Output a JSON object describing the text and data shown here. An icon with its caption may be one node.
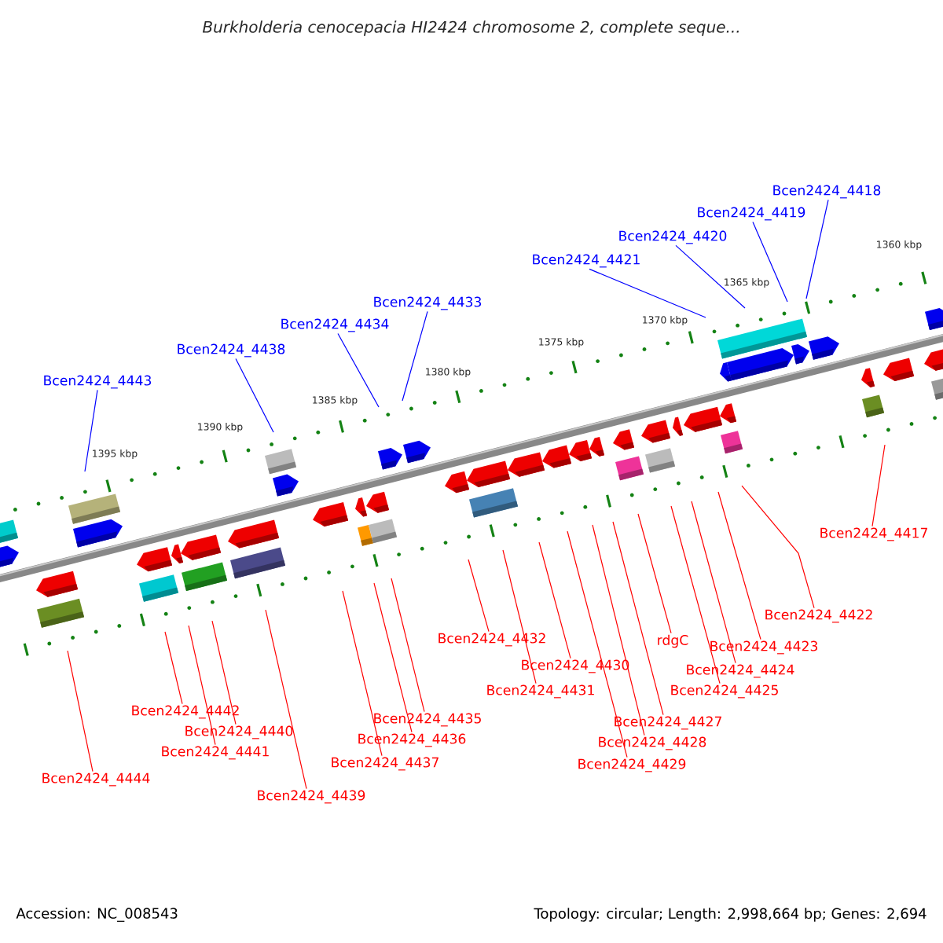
{
  "diagram": {
    "title": "Burkholderia cenocepacia HI2424 chromosome 2, complete seque...",
    "nodes": [
      {
        "text": [
          "Bcen2424_4443"
        ]
      },
      {
        "text": [
          "Bcen2424_4438"
        ]
      },
      {
        "text": [
          "Bcen2424_4434"
        ]
      },
      {
        "text": [
          "Bcen2424_4433"
        ]
      },
      {
        "text": [
          "Bcen2424_4421"
        ]
      },
      {
        "text": [
          "Bcen2424_4420"
        ]
      },
      {
        "text": [
          "Bcen2424_4419"
        ]
      },
      {
        "text": [
          "Bcen2424_4418"
        ]
      },
      {
        "text": [
          "Bcen2424_4444"
        ]
      },
      {
        "text": [
          "Bcen2424_4442"
        ]
      },
      {
        "text": [
          "Bcen2424_4440"
        ]
      },
      {
        "text": [
          "Bcen2424_4441"
        ]
      },
      {
        "text": [
          "Bcen2424_4439"
        ]
      },
      {
        "text": [
          "Bcen2424_4437"
        ]
      },
      {
        "text": [
          "Bcen2424_4436"
        ]
      },
      {
        "text": [
          "Bcen2424_4435"
        ]
      },
      {
        "text": [
          "Bcen2424_4432"
        ]
      },
      {
        "text": [
          "Bcen2424_4431"
        ]
      },
      {
        "text": [
          "Bcen2424_4430"
        ]
      },
      {
        "text": [
          "Bcen2424_4429"
        ]
      },
      {
        "text": [
          "Bcen2424_4428"
        ]
      },
      {
        "text": [
          "Bcen2424_4427"
        ]
      },
      {
        "text": [
          "rdgC"
        ]
      },
      {
        "text": [
          "Bcen2424_4425"
        ]
      },
      {
        "text": [
          "Bcen2424_4424"
        ]
      },
      {
        "text": [
          "Bcen2424_4423"
        ]
      },
      {
        "text": [
          "Bcen2424_4422"
        ]
      },
      {
        "text": [
          "Bcen2424_4417"
        ]
      }
    ],
    "edges": [
      {
        "from": 0,
        "to": null,
        "arrow": "none",
        "color": "#0000ff"
      },
      {
        "from": 1,
        "to": null,
        "arrow": "none",
        "color": "#0000ff"
      },
      {
        "from": 2,
        "to": null,
        "arrow": "none",
        "color": "#0000ff"
      },
      {
        "from": 3,
        "to": null,
        "arrow": "none",
        "color": "#0000ff"
      },
      {
        "from": 4,
        "to": null,
        "arrow": "none",
        "color": "#0000ff"
      },
      {
        "from": 5,
        "to": null,
        "arrow": "none",
        "color": "#0000ff"
      },
      {
        "from": 6,
        "to": null,
        "arrow": "none",
        "color": "#0000ff"
      },
      {
        "from": 7,
        "to": null,
        "arrow": "none",
        "color": "#0000ff"
      },
      {
        "from": 8,
        "to": null,
        "arrow": "none"
      },
      {
        "from": 9,
        "to": null,
        "arrow": "none"
      },
      {
        "from": 10,
        "to": null,
        "arrow": "none"
      },
      {
        "from": 11,
        "to": null,
        "arrow": "none"
      },
      {
        "from": 12,
        "to": null,
        "arrow": "none"
      },
      {
        "from": 13,
        "to": null,
        "arrow": "none"
      },
      {
        "from": 14,
        "to": null,
        "arrow": "none"
      },
      {
        "from": 15,
        "to": null,
        "arrow": "none"
      },
      {
        "from": 16,
        "to": null,
        "arrow": "none"
      },
      {
        "from": 17,
        "to": null,
        "arrow": "none"
      },
      {
        "from": 18,
        "to": null,
        "arrow": "none"
      },
      {
        "from": 19,
        "to": null,
        "arrow": "none"
      },
      {
        "from": 20,
        "to": null,
        "arrow": "none"
      },
      {
        "from": 21,
        "to": null,
        "arrow": "none"
      },
      {
        "from": 22,
        "to": null,
        "arrow": "none"
      },
      {
        "from": 23,
        "to": null,
        "arrow": "none"
      },
      {
        "from": 24,
        "to": null,
        "arrow": "none"
      },
      {
        "from": 25,
        "to": null,
        "arrow": "none"
      },
      {
        "from": 26,
        "to": null,
        "arrow": "none"
      },
      {
        "from": 27,
        "to": null,
        "arrow": "none"
      }
    ],
    "labels": [
      "1360 kbp",
      "1365 kbp",
      "1370 kbp",
      "1375 kbp",
      "1380 kbp",
      "1385 kbp",
      "1390 kbp",
      "1395 kbp",
      "Accession: NC_008543",
      "Topology: circular; Length: 2,998,664 bp; Genes: 2,694"
    ]
  }
}
